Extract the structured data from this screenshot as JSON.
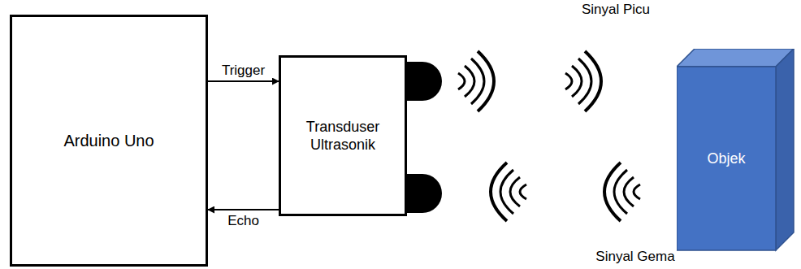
{
  "diagram": {
    "nodes": [
      {
        "text": [
          "Arduino Uno"
        ]
      },
      {
        "text": [
          "Transduser Ultrasonik"
        ]
      },
      {
        "text": [
          "Objek"
        ]
      }
    ],
    "edges": [
      {
        "from": 0,
        "to": 1,
        "arrow": "to",
        "label": "Trigger"
      },
      {
        "from": 1,
        "to": 0,
        "arrow": "to",
        "label": "Echo"
      }
    ],
    "labels": [
      "Sinyal Picu",
      "Sinyal Gema"
    ]
  }
}
